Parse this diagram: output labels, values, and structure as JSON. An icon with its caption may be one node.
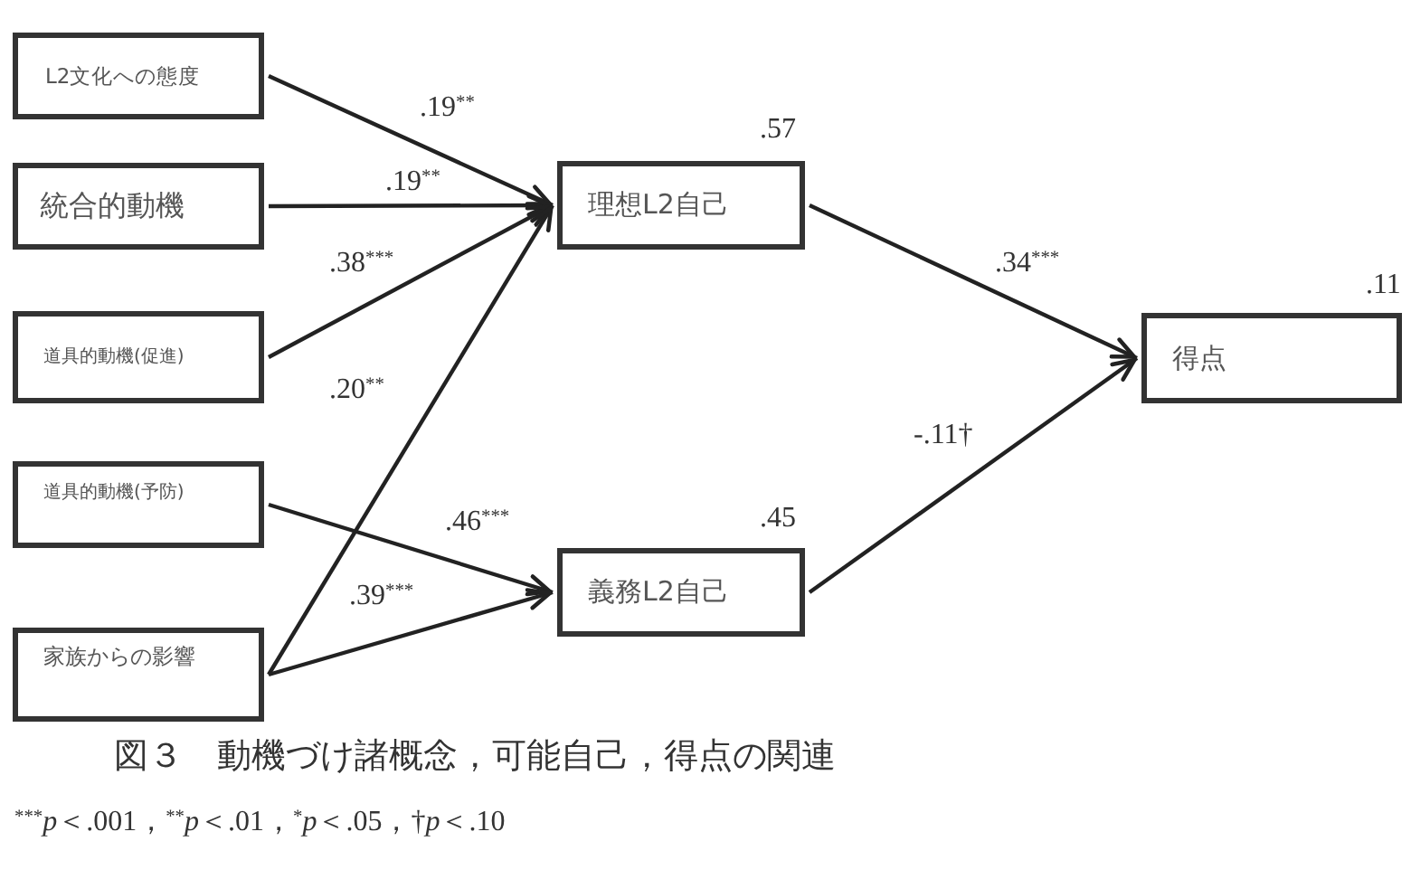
{
  "diagram": {
    "caption": "図３　動機づけ諸概念，可能自己，得点の関連",
    "nodes": [
      {
        "text": [
          "L2文化への態度"
        ]
      },
      {
        "text": [
          "統合的動機"
        ]
      },
      {
        "text": [
          "道具的動機(促進)"
        ]
      },
      {
        "text": [
          "道具的動機(予防)"
        ]
      },
      {
        "text": [
          "家族からの影響"
        ]
      },
      {
        "text": [
          "理想L2自己"
        ],
        "beside": [
          ".57"
        ]
      },
      {
        "text": [
          "義務L2自己"
        ],
        "beside": [
          ".45"
        ]
      },
      {
        "text": [
          "得点"
        ],
        "beside": [
          ".11"
        ]
      }
    ],
    "edges": [
      {
        "from": 0,
        "to": 5,
        "arrow": "to",
        "label": ".19$^{**}$"
      },
      {
        "from": 1,
        "to": 5,
        "arrow": "to",
        "label": ".19$^{**}$"
      },
      {
        "from": 2,
        "to": 5,
        "arrow": "to",
        "label": ".38$^{***}$"
      },
      {
        "from": 4,
        "to": 5,
        "arrow": "to",
        "label": ".20$^{**}$"
      },
      {
        "from": 3,
        "to": 6,
        "arrow": "to",
        "label": ".46$^{***}$"
      },
      {
        "from": 4,
        "to": 6,
        "arrow": "to",
        "label": ".39$^{***}$"
      },
      {
        "from": 5,
        "to": 7,
        "arrow": "to",
        "label": ".34$^{***}$"
      },
      {
        "from": 6,
        "to": 7,
        "arrow": "to",
        "label": "-.11†"
      }
    ],
    "labels": [
      "$^{***}$*p*＜.001，$^{**}$*p*＜.01，$^{*}$*p*＜.05，†*p*＜.10"
    ]
  }
}
